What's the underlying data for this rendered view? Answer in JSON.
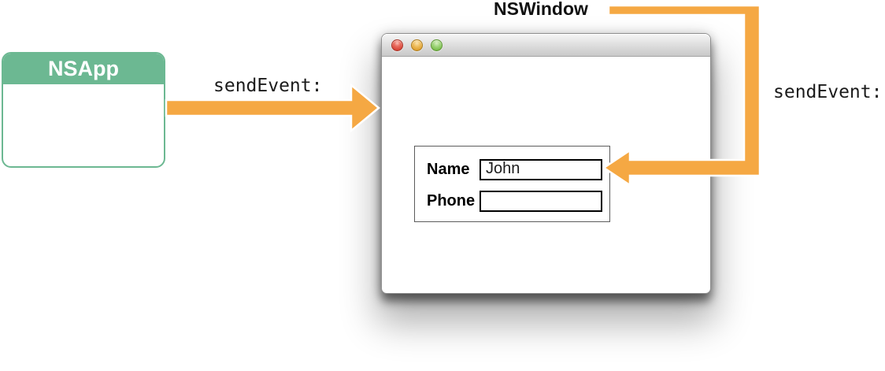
{
  "diagram": {
    "nsapp": {
      "title": "NSApp"
    },
    "labels": {
      "send_event_left": "sendEvent:",
      "nswindow": "NSWindow",
      "send_event_right": "sendEvent:"
    },
    "window": {
      "traffic_lights": [
        "close",
        "minimize",
        "zoom"
      ],
      "form": {
        "fields": [
          {
            "label": "Name",
            "value": "John"
          },
          {
            "label": "Phone",
            "value": ""
          }
        ]
      }
    },
    "colors": {
      "arrow_orange": "#F5A843",
      "nsapp_green": "#6CB892"
    }
  }
}
